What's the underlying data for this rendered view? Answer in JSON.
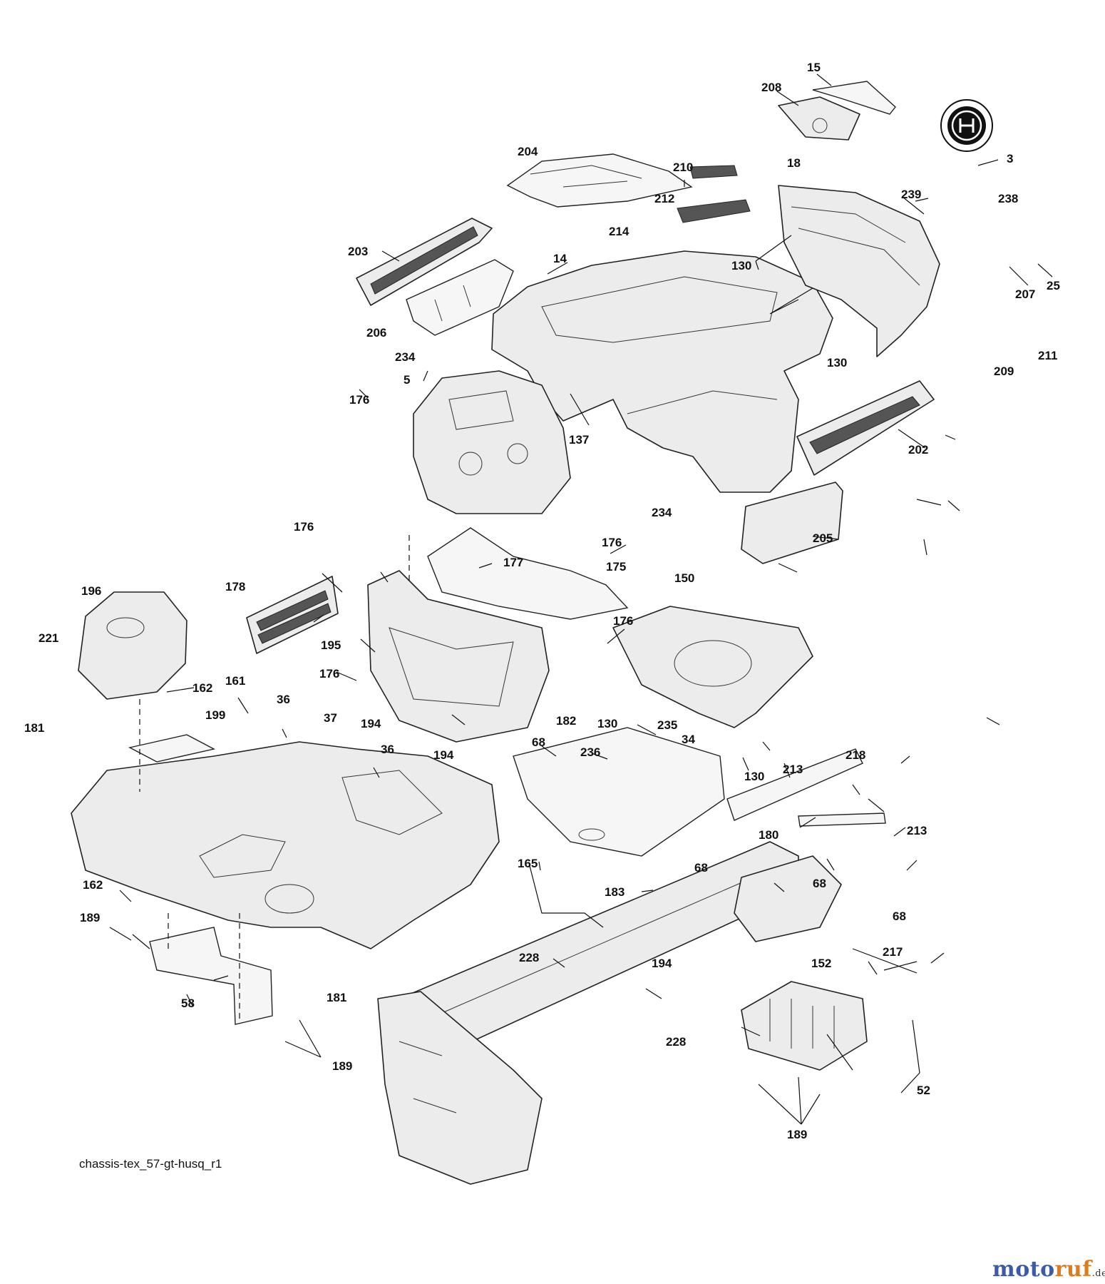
{
  "diagram": {
    "caption": "chassis-tex_57-gt-husq_r1",
    "watermark": {
      "prefix": "moto",
      "suffix": "ruf",
      "tld": ".de",
      "colors": {
        "prefix": "#3b5aa8",
        "suffix": "#e07a1f"
      }
    },
    "callouts": {
      "c15": "15",
      "c208": "208",
      "c3": "3",
      "c204": "204",
      "c210": "210",
      "c18": "18",
      "c239": "239",
      "c238": "238",
      "c212": "212",
      "c214": "214",
      "c203": "203",
      "c14": "14",
      "c130a": "130",
      "c25": "25",
      "c207": "207",
      "c206": "206",
      "c234a": "234",
      "c130b": "130",
      "c211": "211",
      "c209": "209",
      "c5": "5",
      "c176a": "176",
      "c137": "137",
      "c202": "202",
      "c234b": "234",
      "c176b": "176",
      "c176c": "176",
      "c177": "177",
      "c205": "205",
      "c175": "175",
      "c178": "178",
      "c150": "150",
      "c196": "196",
      "c176d": "176",
      "c195": "195",
      "c221": "221",
      "c176e": "176",
      "c162a": "162",
      "c161": "161",
      "c36a": "36",
      "c182": "182",
      "c130c": "130",
      "c235": "235",
      "c181a": "181",
      "c199": "199",
      "c37": "37",
      "c194a": "194",
      "c68a": "68",
      "c34": "34",
      "c236": "236",
      "c36b": "36",
      "c194b": "194",
      "c130d": "130",
      "c213a": "213",
      "c218": "218",
      "c213b": "213",
      "c180": "180",
      "c165": "165",
      "c68b": "68",
      "c162b": "162",
      "c183": "183",
      "c68c": "68",
      "c68d": "68",
      "c189a": "189",
      "c228a": "228",
      "c194c": "194",
      "c217": "217",
      "c152": "152",
      "c181b": "181",
      "c58": "58",
      "c228b": "228",
      "c189b": "189",
      "c52": "52",
      "c189c": "189"
    }
  }
}
